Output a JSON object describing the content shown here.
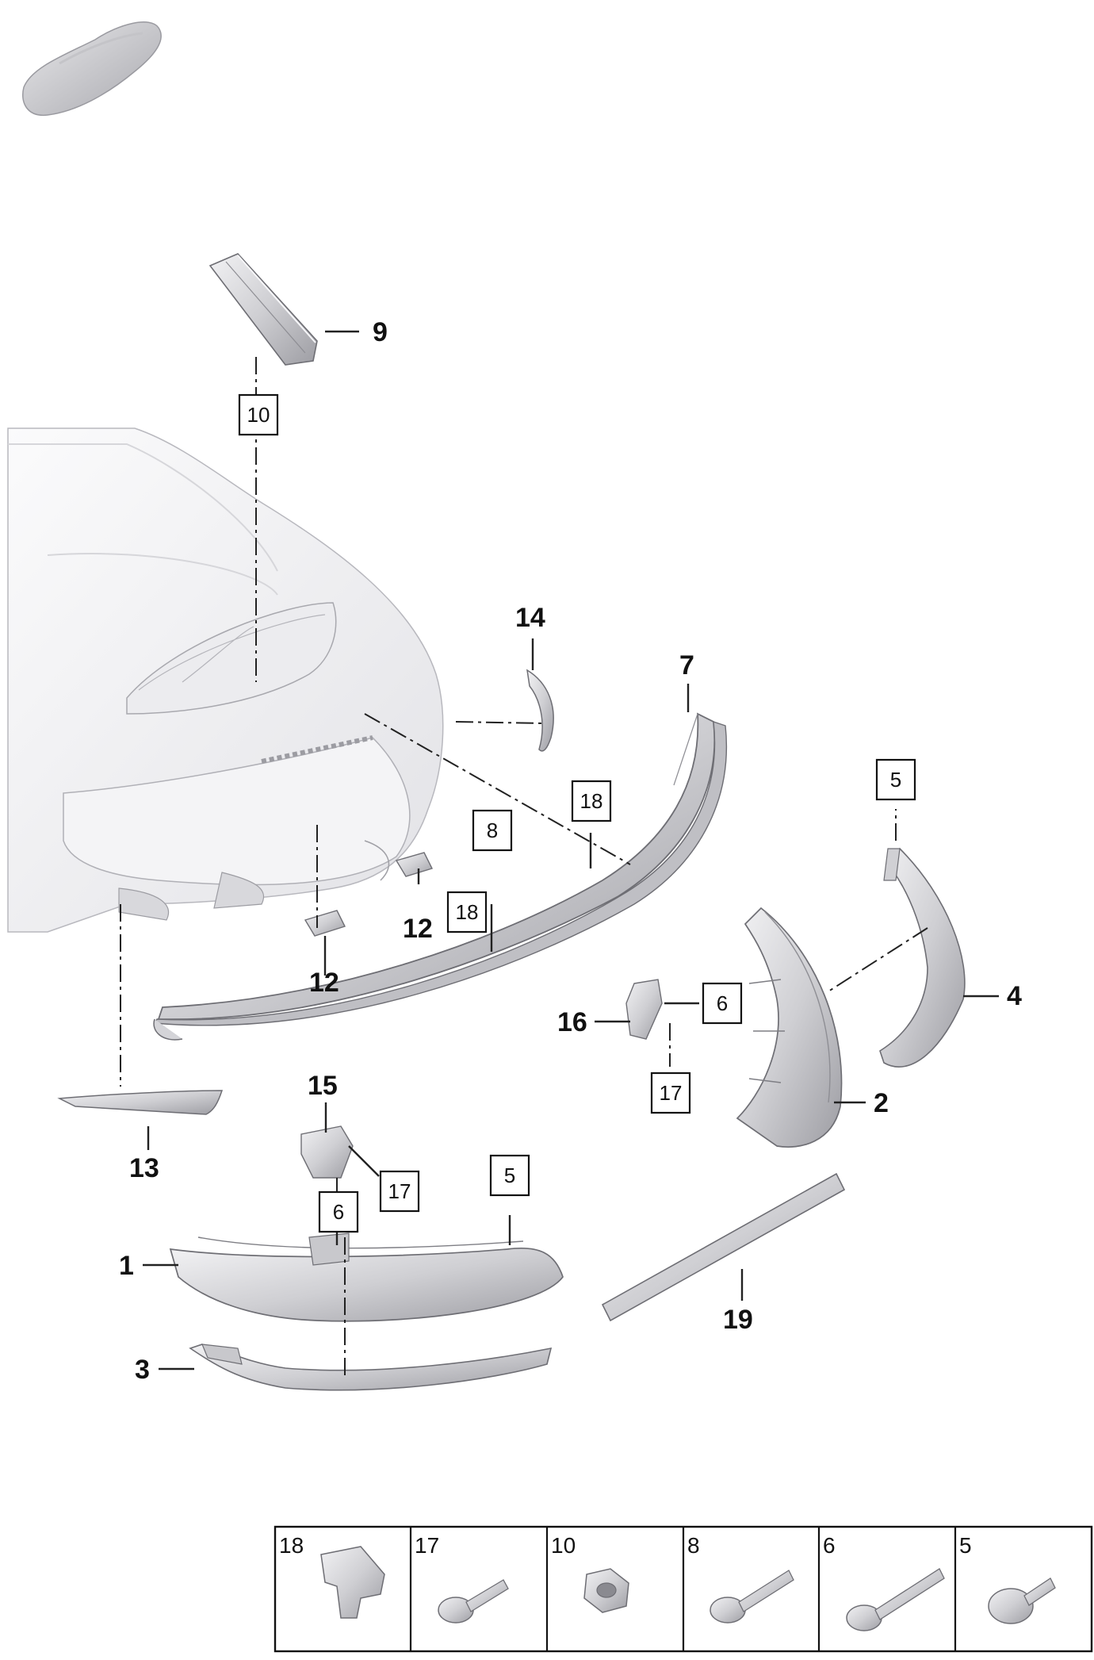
{
  "callouts": {
    "part_1": "1",
    "part_2": "2",
    "part_3": "3",
    "part_4": "4",
    "part_7": "7",
    "part_9": "9",
    "part_12a": "12",
    "part_12b": "12",
    "part_13": "13",
    "part_14": "14",
    "part_15": "15",
    "part_16": "16",
    "part_19": "19"
  },
  "boxed_refs": {
    "ref_10": "10",
    "ref_18a": "18",
    "ref_8": "8",
    "ref_18b": "18",
    "ref_5a": "5",
    "ref_6a": "6",
    "ref_17a": "17",
    "ref_17b": "17",
    "ref_5b": "5",
    "ref_6b": "6"
  },
  "legend": [
    {
      "num": "18",
      "icon": "clip-icon"
    },
    {
      "num": "17",
      "icon": "torx-screw-icon"
    },
    {
      "num": "10",
      "icon": "hex-nut-icon"
    },
    {
      "num": "8",
      "icon": "long-screw-icon"
    },
    {
      "num": "6",
      "icon": "long-bolt-icon"
    },
    {
      "num": "5",
      "icon": "flange-screw-icon"
    }
  ],
  "colors": {
    "part_fill": "#dcdcdf",
    "part_stroke": "#6e6e74",
    "car_body": "#f1f1f4"
  }
}
